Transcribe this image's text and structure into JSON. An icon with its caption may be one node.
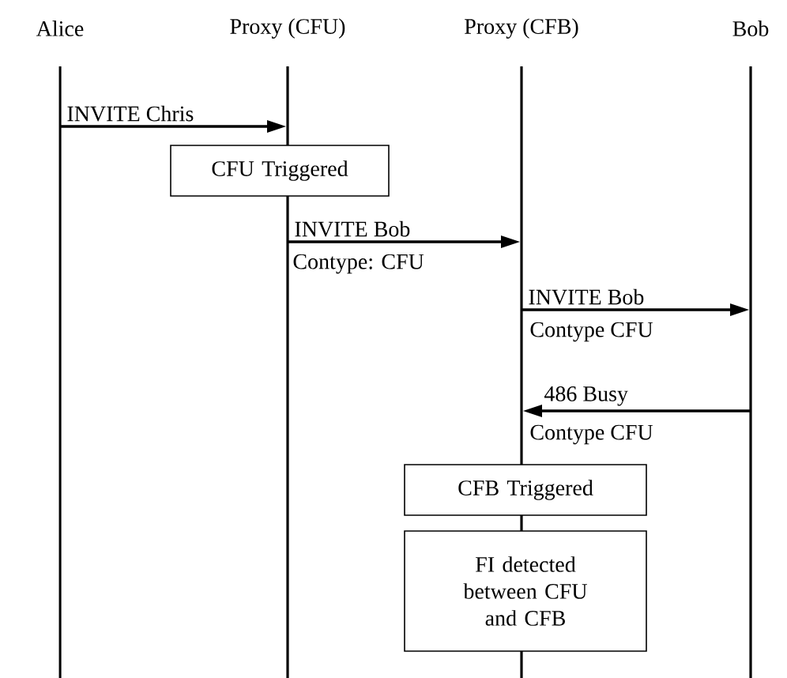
{
  "diagram": {
    "nodes": [
      {
        "text": [
          "Alice"
        ]
      },
      {
        "text": [
          "Proxy (CFU)"
        ]
      },
      {
        "text": [
          "Proxy (CFB)"
        ]
      },
      {
        "text": [
          "Bob"
        ]
      },
      {
        "text": [
          "CFU Triggered"
        ]
      },
      {
        "text": [
          "CFB Triggered"
        ]
      },
      {
        "text": [
          "FI detected between CFU and CFB"
        ]
      }
    ],
    "edges": [
      {
        "from": 0,
        "to": 1,
        "arrow": "to",
        "label": "INVITE Chris"
      },
      {
        "from": 1,
        "to": 2,
        "arrow": "to",
        "label": "INVITE Bob"
      },
      {
        "from": 2,
        "to": 3,
        "arrow": "to",
        "label": "INVITE Bob"
      },
      {
        "from": 3,
        "to": 2,
        "arrow": "to",
        "label": "486 Busy"
      }
    ],
    "labels": [
      "Contype: CFU",
      "Contype CFU",
      "Contype CFU"
    ]
  }
}
